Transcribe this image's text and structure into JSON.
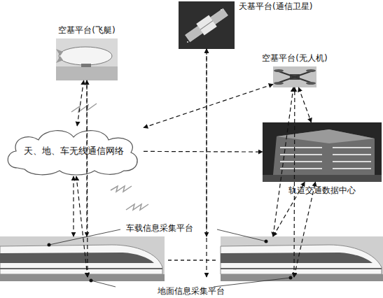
{
  "diagram": {
    "nodes": [
      {
        "text": [
          "空基平台(飞艇)"
        ]
      },
      {
        "text": [
          "天基平台(通信卫星)"
        ]
      },
      {
        "text": [
          "空基平台(无人机)"
        ]
      },
      {
        "text": [
          "天、地、车无线通信网络"
        ]
      },
      {
        "text": [
          "轨道交通数据中心"
        ]
      },
      {
        "text": [
          "车载信息采集平台"
        ]
      },
      {
        "text": [
          "地面信息采集平台"
        ]
      }
    ],
    "edges": [
      {
        "from": 0,
        "to": 3,
        "arrow": "both"
      },
      {
        "from": 2,
        "to": 3,
        "arrow": "both"
      },
      {
        "from": 3,
        "to": 4,
        "arrow": "to"
      },
      {
        "from": 5,
        "to": 3,
        "arrow": "both"
      },
      {
        "from": 6,
        "to": 3,
        "arrow": "both"
      },
      {
        "from": 5,
        "to": 0,
        "arrow": "both"
      },
      {
        "from": 5,
        "to": 1,
        "arrow": "both"
      },
      {
        "from": 5,
        "to": 2,
        "arrow": "both"
      },
      {
        "from": 5,
        "to": 4,
        "arrow": "both"
      },
      {
        "from": 6,
        "to": 0,
        "arrow": "both"
      },
      {
        "from": 6,
        "to": 1,
        "arrow": "both"
      },
      {
        "from": 6,
        "to": 2,
        "arrow": "both"
      },
      {
        "from": 6,
        "to": 4,
        "arrow": "both"
      },
      {
        "from": 2,
        "to": 4,
        "arrow": "both"
      }
    ]
  }
}
